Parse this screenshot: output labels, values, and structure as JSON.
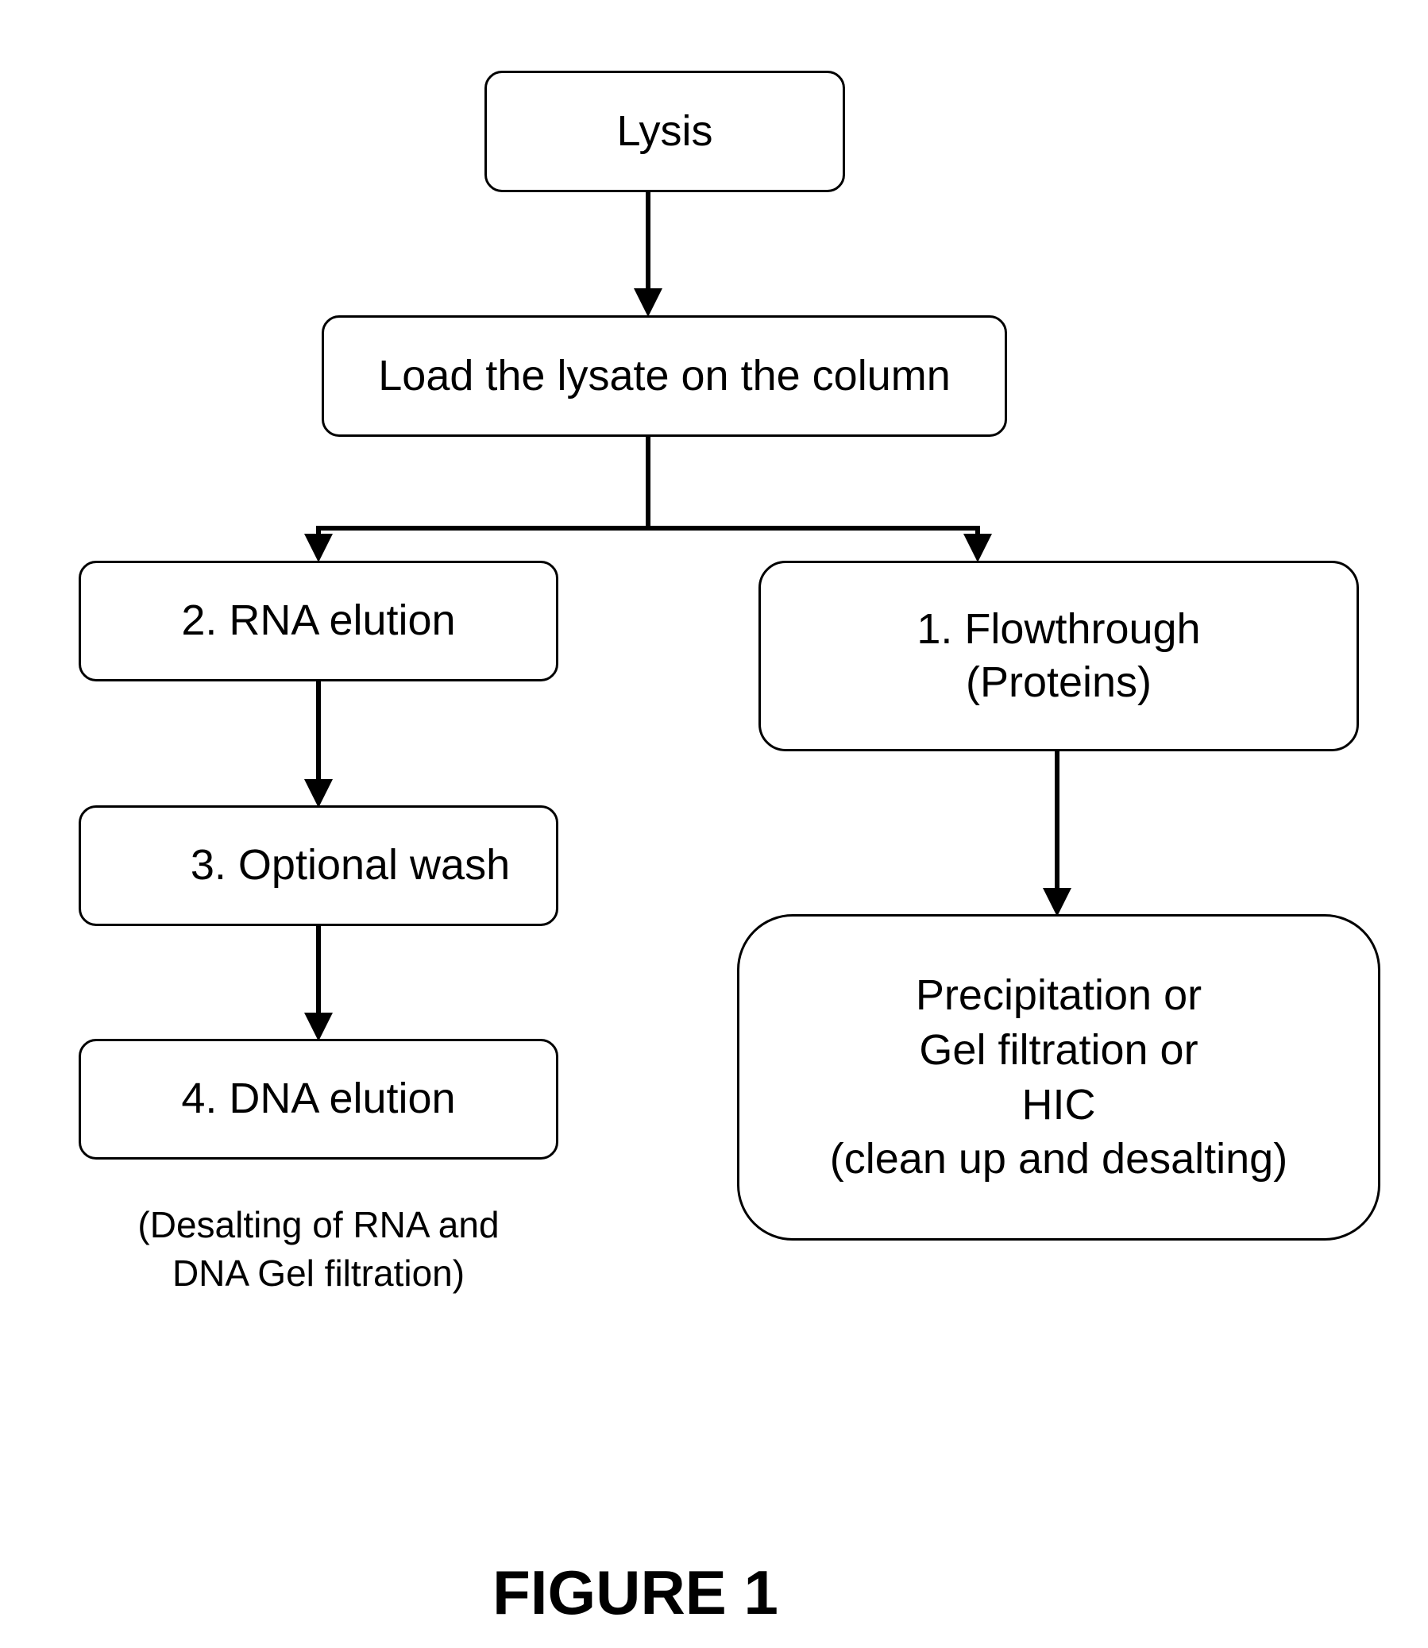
{
  "diagram": {
    "nodes": {
      "lysis": {
        "lines": [
          "Lysis"
        ]
      },
      "load": {
        "lines": [
          "Load the lysate on the column"
        ]
      },
      "rna_elution": {
        "lines": [
          "2.  RNA elution"
        ]
      },
      "optional_wash": {
        "lines": [
          "3.  Optional wash"
        ]
      },
      "dna_elution": {
        "lines": [
          "4.  DNA elution"
        ]
      },
      "flowthrough": {
        "lines": [
          "1.  Flowthrough",
          "(Proteins)"
        ]
      },
      "cleanup": {
        "lines": [
          "Precipitation or",
          "Gel filtration or",
          "HIC",
          "(clean up and desalting)"
        ]
      }
    },
    "note": {
      "lines": [
        "(Desalting of RNA and",
        "DNA Gel filtration)"
      ]
    },
    "figure_label": "FIGURE 1"
  },
  "colors": {
    "stroke": "#000000",
    "background": "#ffffff"
  }
}
